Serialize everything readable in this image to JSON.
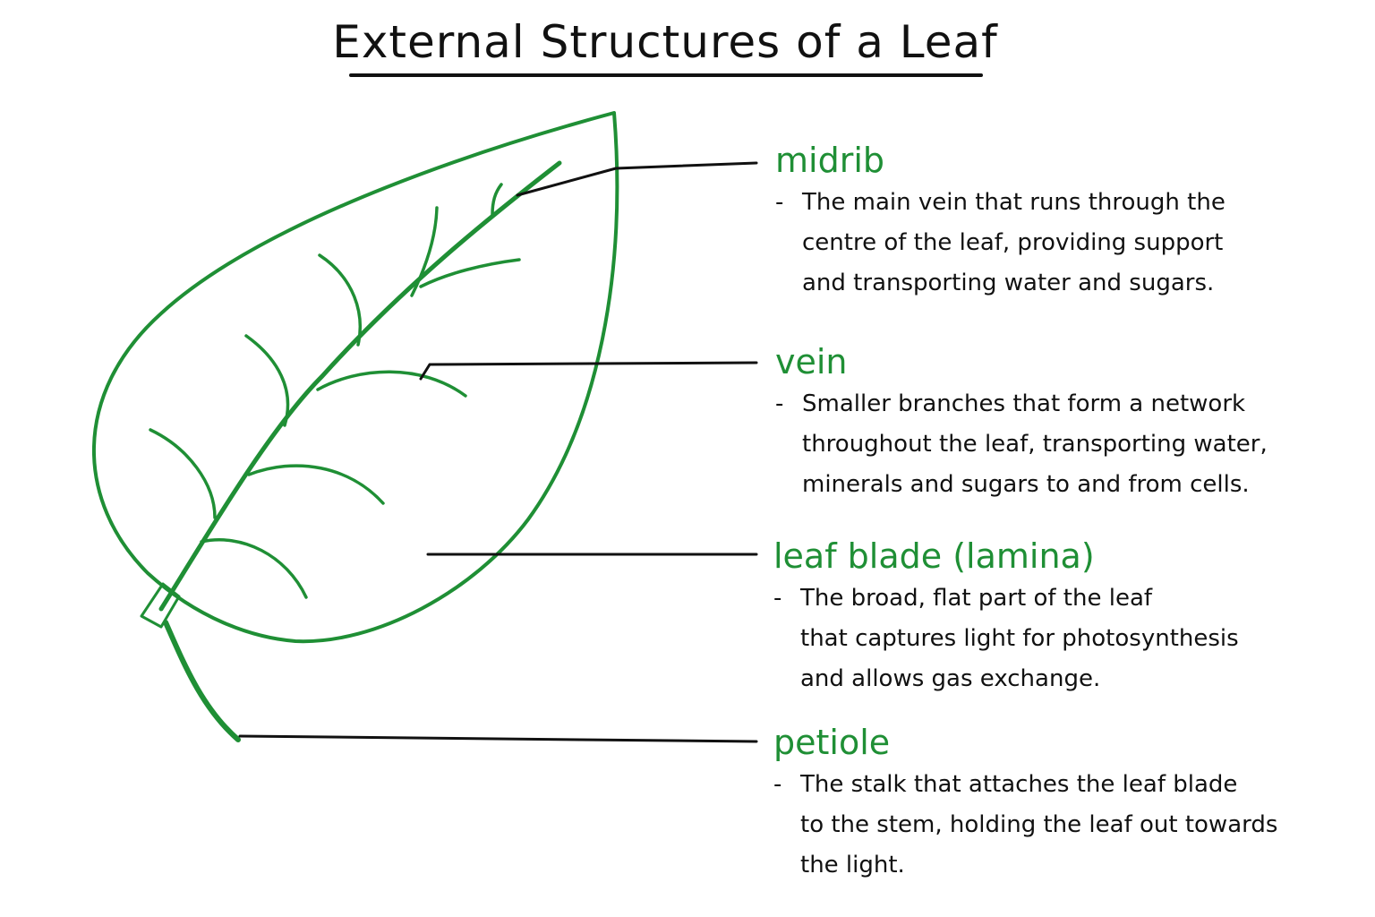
{
  "title": "External Structures of a Leaf",
  "colors": {
    "leaf_green": "#1f8f35",
    "term_green": "#1f8f35",
    "ink": "#111111"
  },
  "labels": [
    {
      "term": "midrib",
      "dash": "-",
      "lines": [
        "The main vein that runs through the",
        "centre of the leaf, providing support",
        "and transporting water and sugars."
      ]
    },
    {
      "term": "vein",
      "dash": "-",
      "lines": [
        "Smaller branches that form a network",
        "throughout the leaf, transporting water,",
        "minerals and sugars to and from cells."
      ]
    },
    {
      "term": "leaf blade (lamina)",
      "dash": "-",
      "lines": [
        "The broad, flat part of the leaf",
        "that captures light for photosynthesis",
        "and allows gas exchange."
      ]
    },
    {
      "term": "petiole",
      "dash": "-",
      "lines": [
        "The stalk that attaches the leaf blade",
        "to the stem, holding the leaf out towards",
        "the light."
      ]
    }
  ]
}
